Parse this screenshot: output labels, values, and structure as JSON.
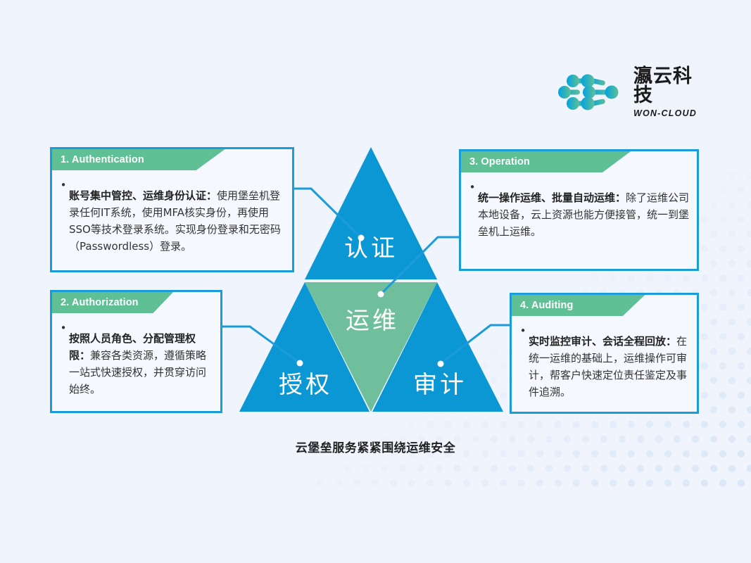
{
  "background": {
    "color": "#f0f4fd",
    "dot_color": "#d5e4f6"
  },
  "brand": {
    "logo_icon": "won-cloud-network-logo",
    "name_cn": "瀛云科技",
    "name_en": "WON-CLOUD",
    "gradient_from": "#00a0e0",
    "gradient_to": "#5fbf95"
  },
  "diagram": {
    "colors": {
      "blue": "#0b96d4",
      "green": "#6fbf9c",
      "border": "#1b9bd8",
      "banner": "#5fbf95"
    },
    "segments": [
      {
        "id": "top",
        "label": "认证",
        "color": "#0b96d4"
      },
      {
        "id": "center",
        "label": "运维",
        "color": "#6fbf9c"
      },
      {
        "id": "left",
        "label": "授权",
        "color": "#0b96d4"
      },
      {
        "id": "right",
        "label": "审计",
        "color": "#0b96d4"
      }
    ]
  },
  "cards": [
    {
      "id": "authentication",
      "title": "1. Authentication",
      "bullet": "•",
      "lead": "账号集中管控、运维身份认证：",
      "body": "使用堡垒机登录任何IT系统，使用MFA核实身份，再使用SSO等技术登录系统。实现身份登录和无密码（Passwordless）登录。"
    },
    {
      "id": "authorization",
      "title": "2. Authorization",
      "bullet": "•",
      "lead": "按照人员角色、分配管理权限：",
      "body": "兼容各类资源，遵循策略一站式快速授权，并贯穿访问始终。"
    },
    {
      "id": "operation",
      "title": "3. Operation",
      "bullet": "•",
      "lead": "统一操作运维、批量自动运维：",
      "body": "除了运维公司本地设备，云上资源也能方便接管，统一到堡垒机上运维。"
    },
    {
      "id": "auditing",
      "title": "4. Auditing",
      "bullet": "•",
      "lead": "实时监控审计、会话全程回放：",
      "body": "在统一运维的基础上，运维操作可审计，帮客户快速定位责任鉴定及事件追溯。"
    }
  ],
  "caption": "云堡垒服务紧紧围绕运维安全"
}
